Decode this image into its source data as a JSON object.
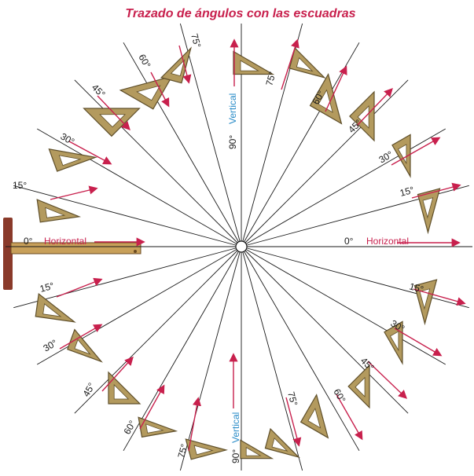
{
  "title": "Trazado de ángulos con las escuadras",
  "labels": {
    "vertical": "Vertical",
    "horizontal": "Horizontal",
    "deg_0": "0°",
    "deg_15": "15°",
    "deg_30": "30°",
    "deg_45": "45°",
    "deg_60": "60°",
    "deg_75": "75°",
    "deg_90": "90°"
  },
  "colors": {
    "title": "#c8204d",
    "lines": "#1a1a1a",
    "arrow": "#c8204d",
    "vertical_label": "#2a8cc8",
    "horizontal_label": "#c8204d",
    "square_fill": "#b39a5e",
    "square_stroke": "#5f4f2a",
    "tsquare_blade": "#8a3a2a"
  },
  "angles_deg": [
    0,
    15,
    30,
    45,
    60,
    75,
    90,
    105,
    120,
    135,
    150,
    165,
    180,
    195,
    210,
    225,
    240,
    255,
    270,
    285,
    300,
    315,
    330,
    345
  ]
}
